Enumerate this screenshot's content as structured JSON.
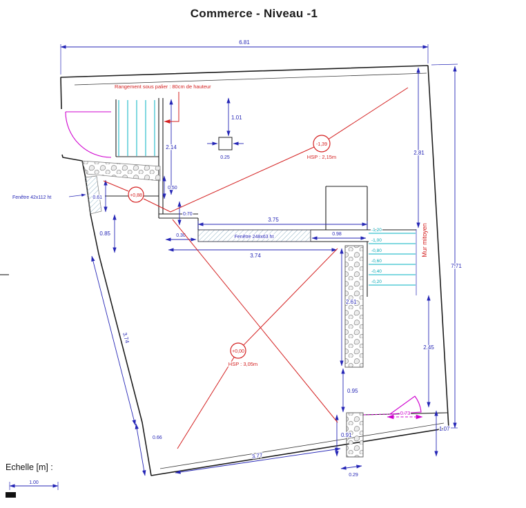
{
  "title": "Commerce - Niveau -1",
  "labels": {
    "rangement": "Rangement sous palier : 80cm de hauteur",
    "fenetre_left": "Fenêtre 42x112 ht",
    "fenetre_mid": "Fenêtre 248x63 ht",
    "level_upper": "-1,39",
    "hsp_upper": "HSP : 2,15m",
    "level_entry": "+0,88",
    "level_main": "+0,00",
    "hsp_lower": "HSP : 3,05m",
    "mur_mitoyen": "Mur mitoyen"
  },
  "stair_levels": [
    "-1,20",
    "-1,00",
    "-0,80",
    "-0,60",
    "-0,40",
    "-0,20"
  ],
  "dims": {
    "top_width": "6.81",
    "right_upper": "2.81",
    "right_total": "7.71",
    "entry_height": "2.14",
    "niche_depth": "1.01",
    "niche_width": "0.25",
    "step_050": "0.50",
    "step_070": "0.70",
    "step_030": "0.30",
    "window_span": "3.75",
    "room_width": "3.74",
    "pier_width": "0.98",
    "wall_085": "0.85",
    "window_061": "0.61",
    "left_wall": "3.74",
    "column_261": "2.61",
    "right_245": "2.45",
    "col_095": "0.95",
    "col_091": "0.91",
    "right_107": "1.07",
    "door_073": "0.73",
    "bottom_width": "3.77",
    "bottom_029": "0.29",
    "corner_066": "0.66"
  },
  "scale": {
    "label": "Echelle [m] :",
    "value": "1.00"
  },
  "colors": {
    "dimension_blue": "#2526b6",
    "annotation_red": "#d42020",
    "stair_cyan": "#00b2c0",
    "door_magenta": "#cf00cf"
  }
}
